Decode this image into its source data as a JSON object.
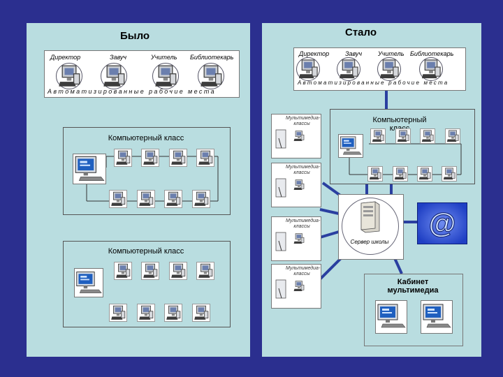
{
  "left": {
    "title": "Было",
    "arm": {
      "roles": [
        "Директор",
        "Завуч",
        "Учитель",
        "Библиотекарь"
      ],
      "caption": "Автоматизированные рабочие места"
    },
    "class1": {
      "label": "Компьютерный класс"
    },
    "class2": {
      "label": "Компьютерный класс"
    }
  },
  "right": {
    "title": "Стало",
    "arm": {
      "roles": [
        "Директор",
        "Завуч",
        "Учитель",
        "Библиотекарь"
      ],
      "caption": "Автоматизированные рабочие места"
    },
    "class1": {
      "label": "Компьютерный класс"
    },
    "multimedia_label": "Мультимедиа-классы",
    "server_label": "Сервер школы",
    "cabinet": {
      "label": "Кабинет мультимедиа"
    }
  },
  "colors": {
    "background": "#2b2f8f",
    "panel": "#b9dde0",
    "link": "#2a3fa0",
    "internet": "#1f3fc4"
  },
  "icons": [
    "workstation-icon",
    "computer-icon",
    "server-icon",
    "internet-icon"
  ]
}
